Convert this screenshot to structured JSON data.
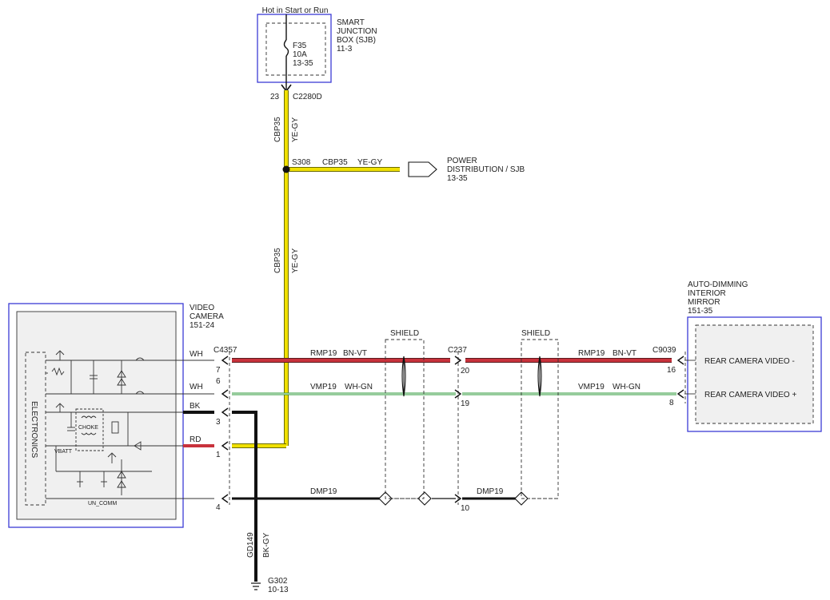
{
  "colors": {
    "module_border": "#3b3bd6",
    "module_fill": "#f0f0f0",
    "wire_yellow": "#f0e000",
    "wire_red": "#c8323c",
    "wire_green": "#2e9a3a",
    "wire_black": "#111111"
  },
  "sjb": {
    "feed": "Hot in Start or Run",
    "title_lines": [
      "SMART",
      "JUNCTION",
      "BOX (SJB)",
      "11-3"
    ],
    "fuse_lines": [
      "F35",
      "10A",
      "13-35"
    ],
    "pin": "23",
    "connector": "C2280D"
  },
  "upper_wire": {
    "circuit": "CBP35",
    "color": "YE-GY"
  },
  "splice": {
    "id": "S308",
    "circuit": "CBP35",
    "color": "YE-GY"
  },
  "power_dist": {
    "lines": [
      "POWER",
      "DISTRIBUTION / SJB",
      "13-35"
    ]
  },
  "lower_wire": {
    "circuit": "CBP35",
    "color": "YE-GY"
  },
  "camera": {
    "title_lines": [
      "VIDEO",
      "CAMERA",
      "151-24"
    ],
    "connector": "C4357",
    "electronics_label": "ELECTRONICS",
    "choke_label": "CHOKE",
    "vbatt_label": "VBATT",
    "uncomm_label": "UN_COMM",
    "pins": [
      {
        "color": "WH",
        "pin": "7"
      },
      {
        "color": "WH",
        "pin": "6"
      },
      {
        "color": "BK",
        "pin": "3"
      },
      {
        "color": "RD",
        "pin": "1"
      },
      {
        "color": "",
        "pin": "4"
      }
    ]
  },
  "shields": [
    "SHIELD",
    "SHIELD"
  ],
  "inline_connector": {
    "id": "C237",
    "pins": [
      "20",
      "19",
      "10"
    ]
  },
  "circuits": {
    "rmp_left": {
      "name": "RMP19",
      "color": "BN-VT"
    },
    "vmp_left": {
      "name": "VMP19",
      "color": "WH-GN"
    },
    "dmp_left": {
      "name": "DMP19"
    },
    "rmp_right": {
      "name": "RMP19",
      "color": "BN-VT"
    },
    "vmp_right": {
      "name": "VMP19",
      "color": "WH-GN"
    },
    "dmp_right": {
      "name": "DMP19"
    }
  },
  "mirror": {
    "title_lines": [
      "AUTO-DIMMING",
      "INTERIOR",
      "MIRROR",
      "151-35"
    ],
    "connector": "C9039",
    "pins": [
      "16",
      "8"
    ],
    "signals": [
      "REAR CAMERA VIDEO -",
      "REAR CAMERA VIDEO +"
    ]
  },
  "ground": {
    "circuit": "GD149",
    "color": "BK-GY",
    "id": "G302",
    "ref": "10-13"
  }
}
